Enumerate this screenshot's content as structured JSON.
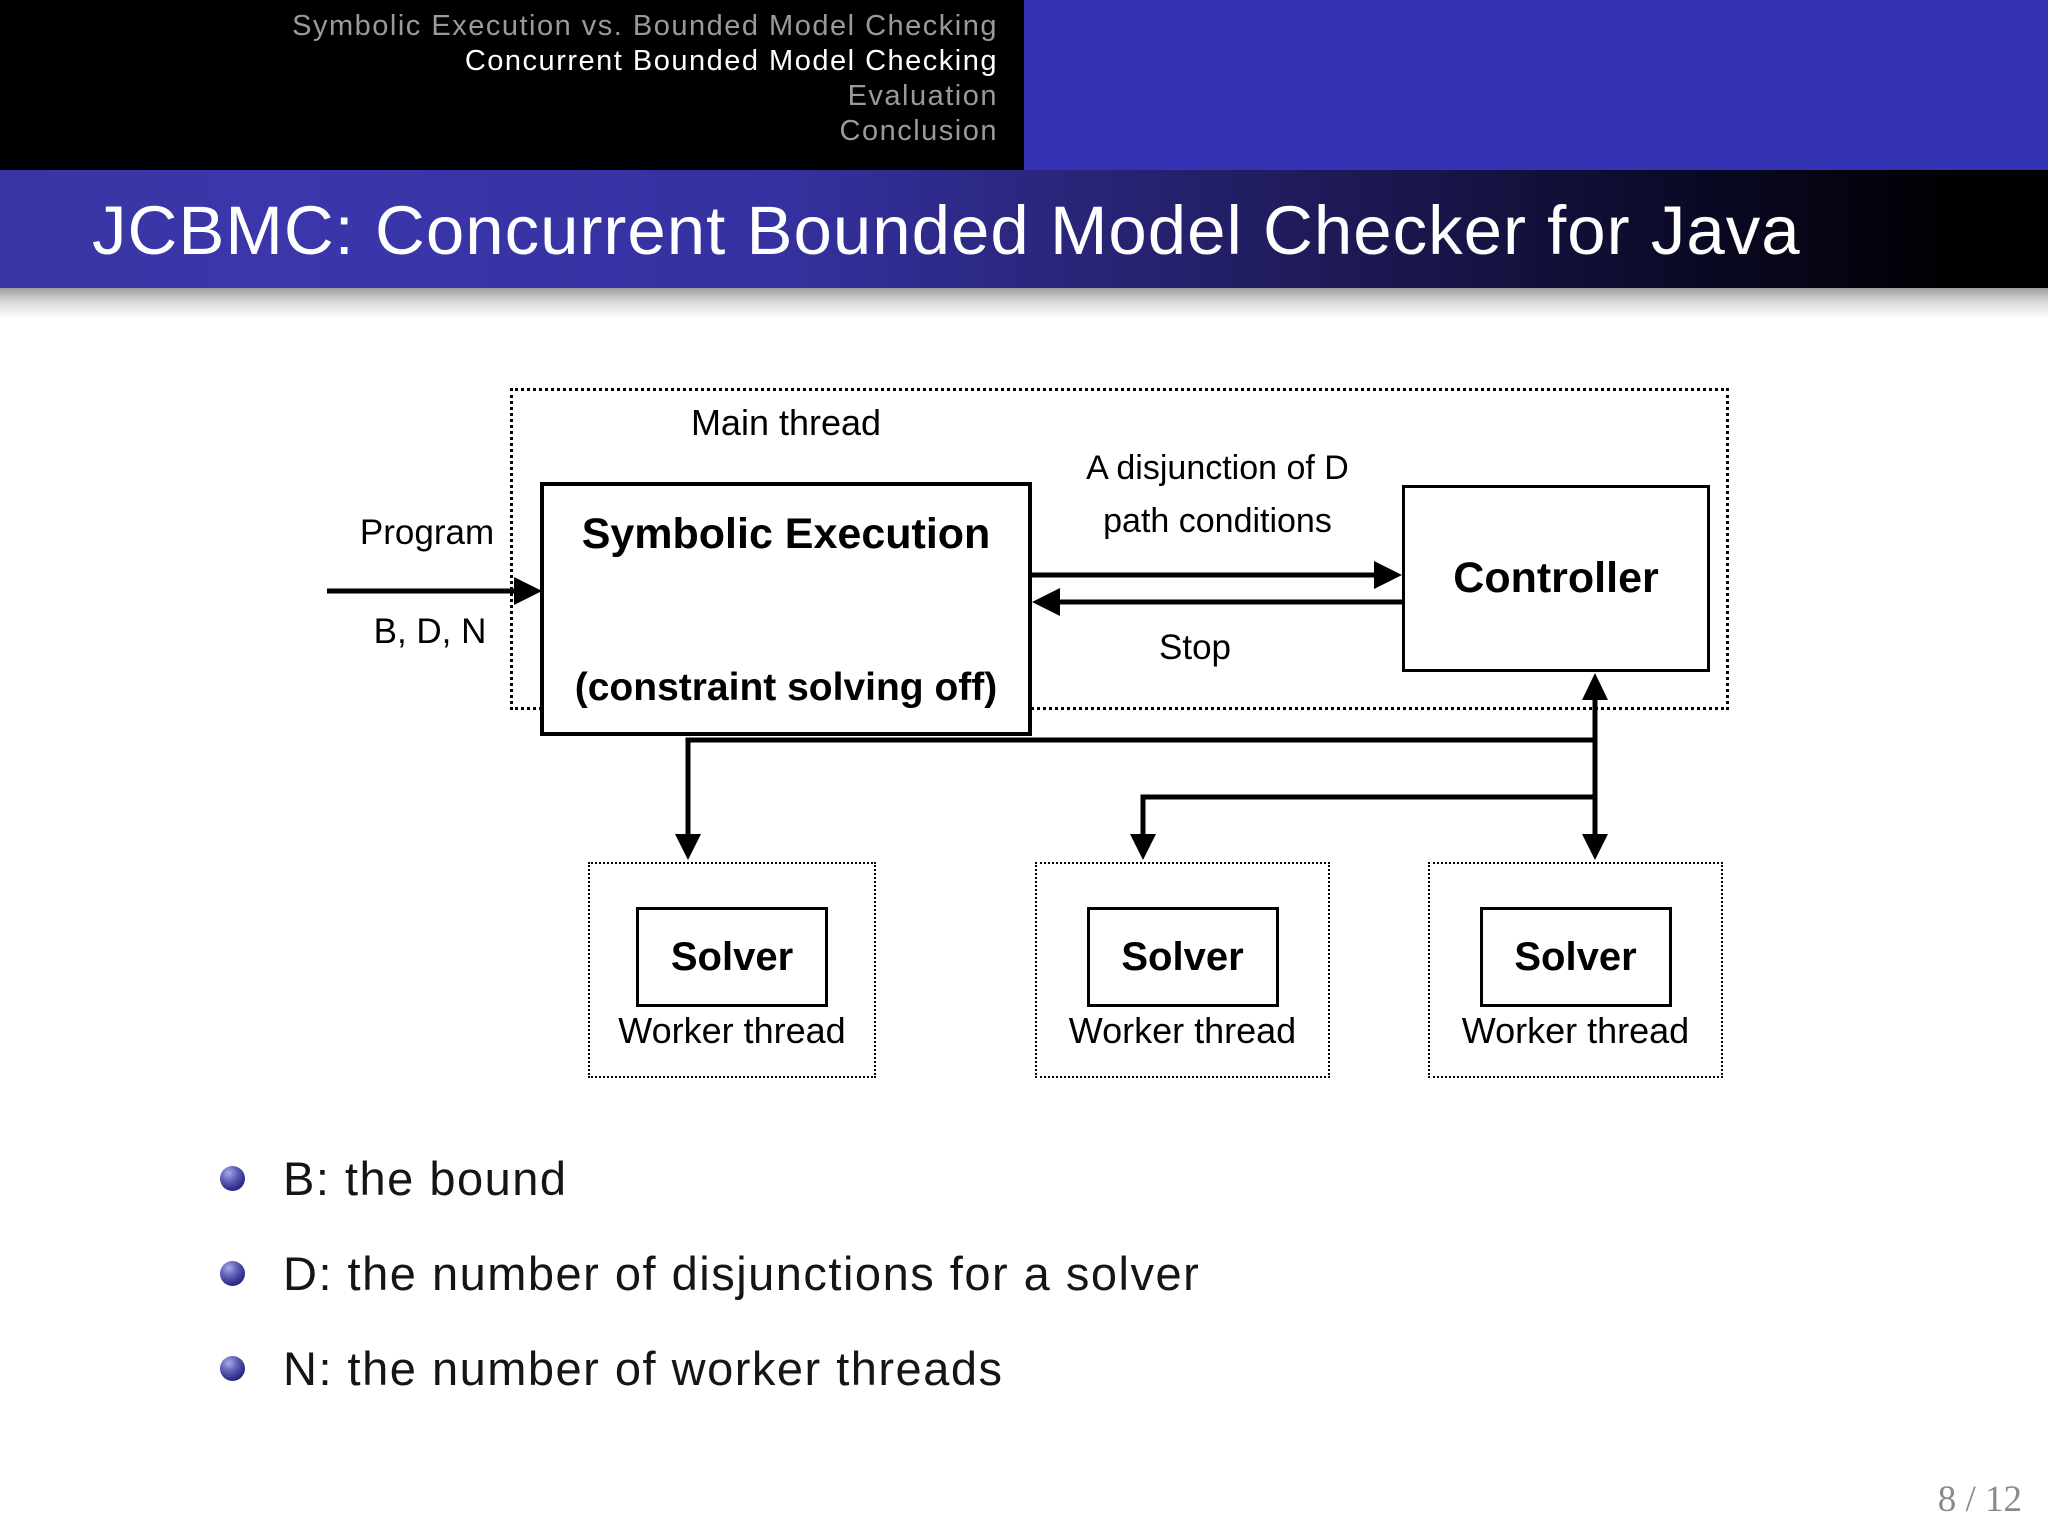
{
  "header": {
    "nav": {
      "items": [
        {
          "label": "Symbolic Execution vs. Bounded Model Checking",
          "active": false
        },
        {
          "label": "Concurrent Bounded Model Checking",
          "active": true
        },
        {
          "label": "Evaluation",
          "active": false
        },
        {
          "label": "Conclusion",
          "active": false
        }
      ]
    },
    "title": "JCBMC: Concurrent Bounded Model Checker for Java"
  },
  "diagram": {
    "main_thread_label": "Main thread",
    "symbolic_execution_box": {
      "line1": "Symbolic Execution",
      "line2": "(constraint solving off)"
    },
    "controller_label": "Controller",
    "input": {
      "top_label": "Program",
      "bottom_label": "B, D, N"
    },
    "se_to_controller_label": {
      "line1": "A disjunction of D",
      "line2": "path conditions"
    },
    "controller_to_se_label": "Stop",
    "workers": [
      {
        "solver_label": "Solver",
        "thread_label": "Worker thread"
      },
      {
        "solver_label": "Solver",
        "thread_label": "Worker thread"
      },
      {
        "solver_label": "Solver",
        "thread_label": "Worker thread"
      }
    ]
  },
  "bullets": [
    {
      "text": "B: the bound"
    },
    {
      "text": "D: the number of disjunctions for a solver"
    },
    {
      "text": "N: the number of worker threads"
    }
  ],
  "footer": {
    "page_indicator": "8 / 12"
  },
  "colors": {
    "structure_blue": "#3333B3",
    "nav_dim_text": "#9a9a9a",
    "nav_active_text": "#ffffff",
    "titlebar_gradient_start": "#3b36a9",
    "titlebar_gradient_end": "#000000",
    "diagram_ink": "#000000",
    "bullet_sphere_navy": "#32329b",
    "page_number_gray": "#8a8a8a"
  }
}
